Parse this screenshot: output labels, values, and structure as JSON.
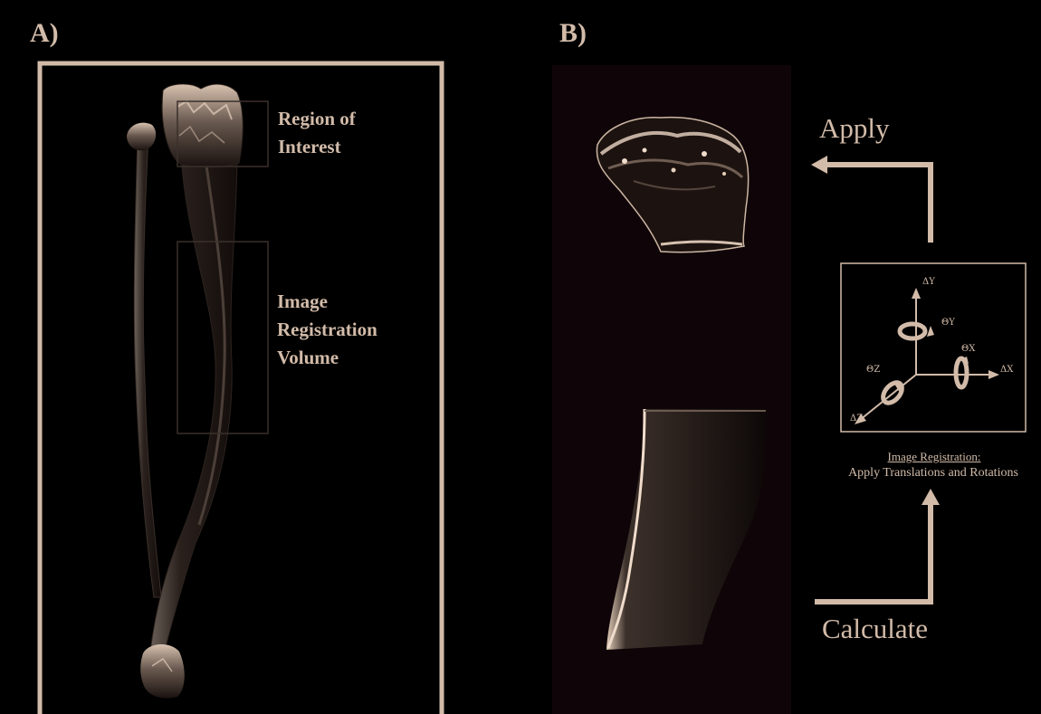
{
  "colors": {
    "background": "#000000",
    "accent": "#d2bba9",
    "bone_panel": "#0f0508",
    "bone_highlight": "#f0dccb",
    "bone_shadow": "#241a17"
  },
  "panel_a": {
    "letter": "A)",
    "callouts": {
      "region_of_interest": [
        "Region of",
        "Interest"
      ],
      "image_registration_volume": [
        "Image",
        "Registration",
        "Volume"
      ]
    }
  },
  "panel_b": {
    "letter": "B)",
    "apply_label": "Apply",
    "calculate_label": "Calculate",
    "registration": {
      "title": "Image Registration:",
      "subtitle": "Apply Translations and Rotations"
    },
    "axes": {
      "delta_y": "ΔY",
      "theta_y": "ΘY",
      "theta_x": "ΘX",
      "delta_x": "ΔX",
      "theta_z": "ΘZ",
      "delta_z": "ΔZ"
    },
    "icons": [
      "arrow-left-icon",
      "arrow-up-icon",
      "rotation-arrow-icon"
    ]
  }
}
